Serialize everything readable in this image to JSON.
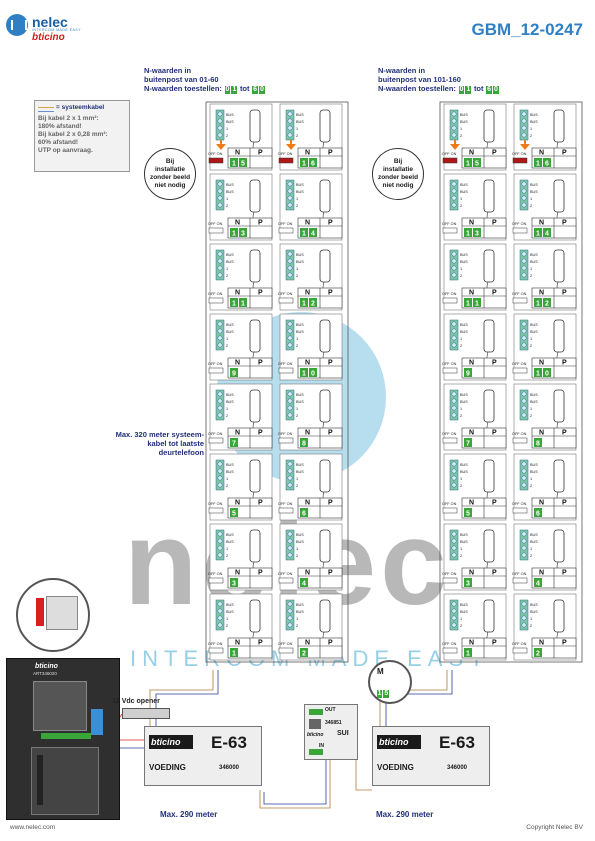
{
  "header": {
    "brand_name": "nelec",
    "brand_tagline": "INTERCOM MADE EASY",
    "brand_sub": "bticino",
    "doc_id": "GBM_12-0247"
  },
  "groups": [
    {
      "title_lines": [
        "N-waarden in",
        "buitenpost van 01-60",
        "N-waarden toestellen:"
      ],
      "range_from": [
        "0",
        "1"
      ],
      "range_to": [
        "6",
        "0"
      ],
      "tot": "tot"
    },
    {
      "title_lines": [
        "N-waarden in",
        "buitenpost van 101-160",
        "N-waarden toestellen:"
      ],
      "range_from": [
        "0",
        "1"
      ],
      "range_to": [
        "6",
        "0"
      ],
      "tot": "tot"
    }
  ],
  "legend": {
    "title": "= systeemkabel",
    "lines": [
      "Bij kabel 2 x 1 mm²:",
      "180% afstand!",
      "Bij kabel 2 x 0,28 mm²:",
      "60% afstand!",
      "UTP op aanvraag."
    ]
  },
  "callouts": [
    {
      "lines": [
        "Bij",
        "installatie",
        "zonder beeld",
        "niet nodig"
      ]
    },
    {
      "lines": [
        "Bij",
        "installatie",
        "zonder beeld",
        "niet nodig"
      ]
    }
  ],
  "max_riser_note": [
    "Max. 320 meter systeem-",
    "kabel tot laatste deurtelefoon"
  ],
  "unit_labels": {
    "n": "N",
    "p": "P",
    "off_on": "OFF ON",
    "terminals": [
      "BUS",
      "BUS",
      "1",
      "2"
    ]
  },
  "left_units": [
    [
      "1",
      "5"
    ],
    [
      "1",
      "6"
    ],
    [
      "1",
      "3"
    ],
    [
      "1",
      "4"
    ],
    [
      "1",
      "1"
    ],
    [
      "1",
      "2"
    ],
    [
      "9",
      ""
    ],
    [
      "1",
      "0"
    ],
    [
      "7",
      ""
    ],
    [
      "8",
      ""
    ],
    [
      "5",
      ""
    ],
    [
      "6",
      ""
    ],
    [
      "3",
      ""
    ],
    [
      "4",
      ""
    ],
    [
      "1",
      ""
    ],
    [
      "2",
      ""
    ]
  ],
  "right_units": [
    [
      "1",
      "5"
    ],
    [
      "1",
      "6"
    ],
    [
      "1",
      "3"
    ],
    [
      "1",
      "4"
    ],
    [
      "1",
      "1"
    ],
    [
      "1",
      "2"
    ],
    [
      "9",
      ""
    ],
    [
      "1",
      "0"
    ],
    [
      "7",
      ""
    ],
    [
      "8",
      ""
    ],
    [
      "5",
      ""
    ],
    [
      "6",
      ""
    ],
    [
      "3",
      ""
    ],
    [
      "4",
      ""
    ],
    [
      "1",
      ""
    ],
    [
      "2",
      ""
    ]
  ],
  "opener_label": "12 Vdc opener",
  "panel_model": "ART346020",
  "panel_brand": "bticino",
  "psu": {
    "brand": "bticino",
    "model": "E-63",
    "label": "VOEDING",
    "code": "346000"
  },
  "sui": {
    "out": "OUT",
    "code": "346851",
    "name": "SUI",
    "in": "IN",
    "brand": "bticino"
  },
  "sui_setting": [
    "1",
    "5"
  ],
  "sui_m": "M",
  "dist_left": "Max. 290 meter",
  "dist_right": "Max. 290 meter",
  "watermark": {
    "big": "nelec",
    "small": "INTERCOM MADE EASY"
  },
  "footer": {
    "left": "www.nelec.com",
    "right": "Copyright Nelec BV"
  },
  "colors": {
    "accent_blue": "#23307a",
    "title_blue": "#2f7fc4",
    "green": "#3aa63a",
    "orange": "#f07a1a",
    "watermark_circle": "#9fd3ea"
  }
}
